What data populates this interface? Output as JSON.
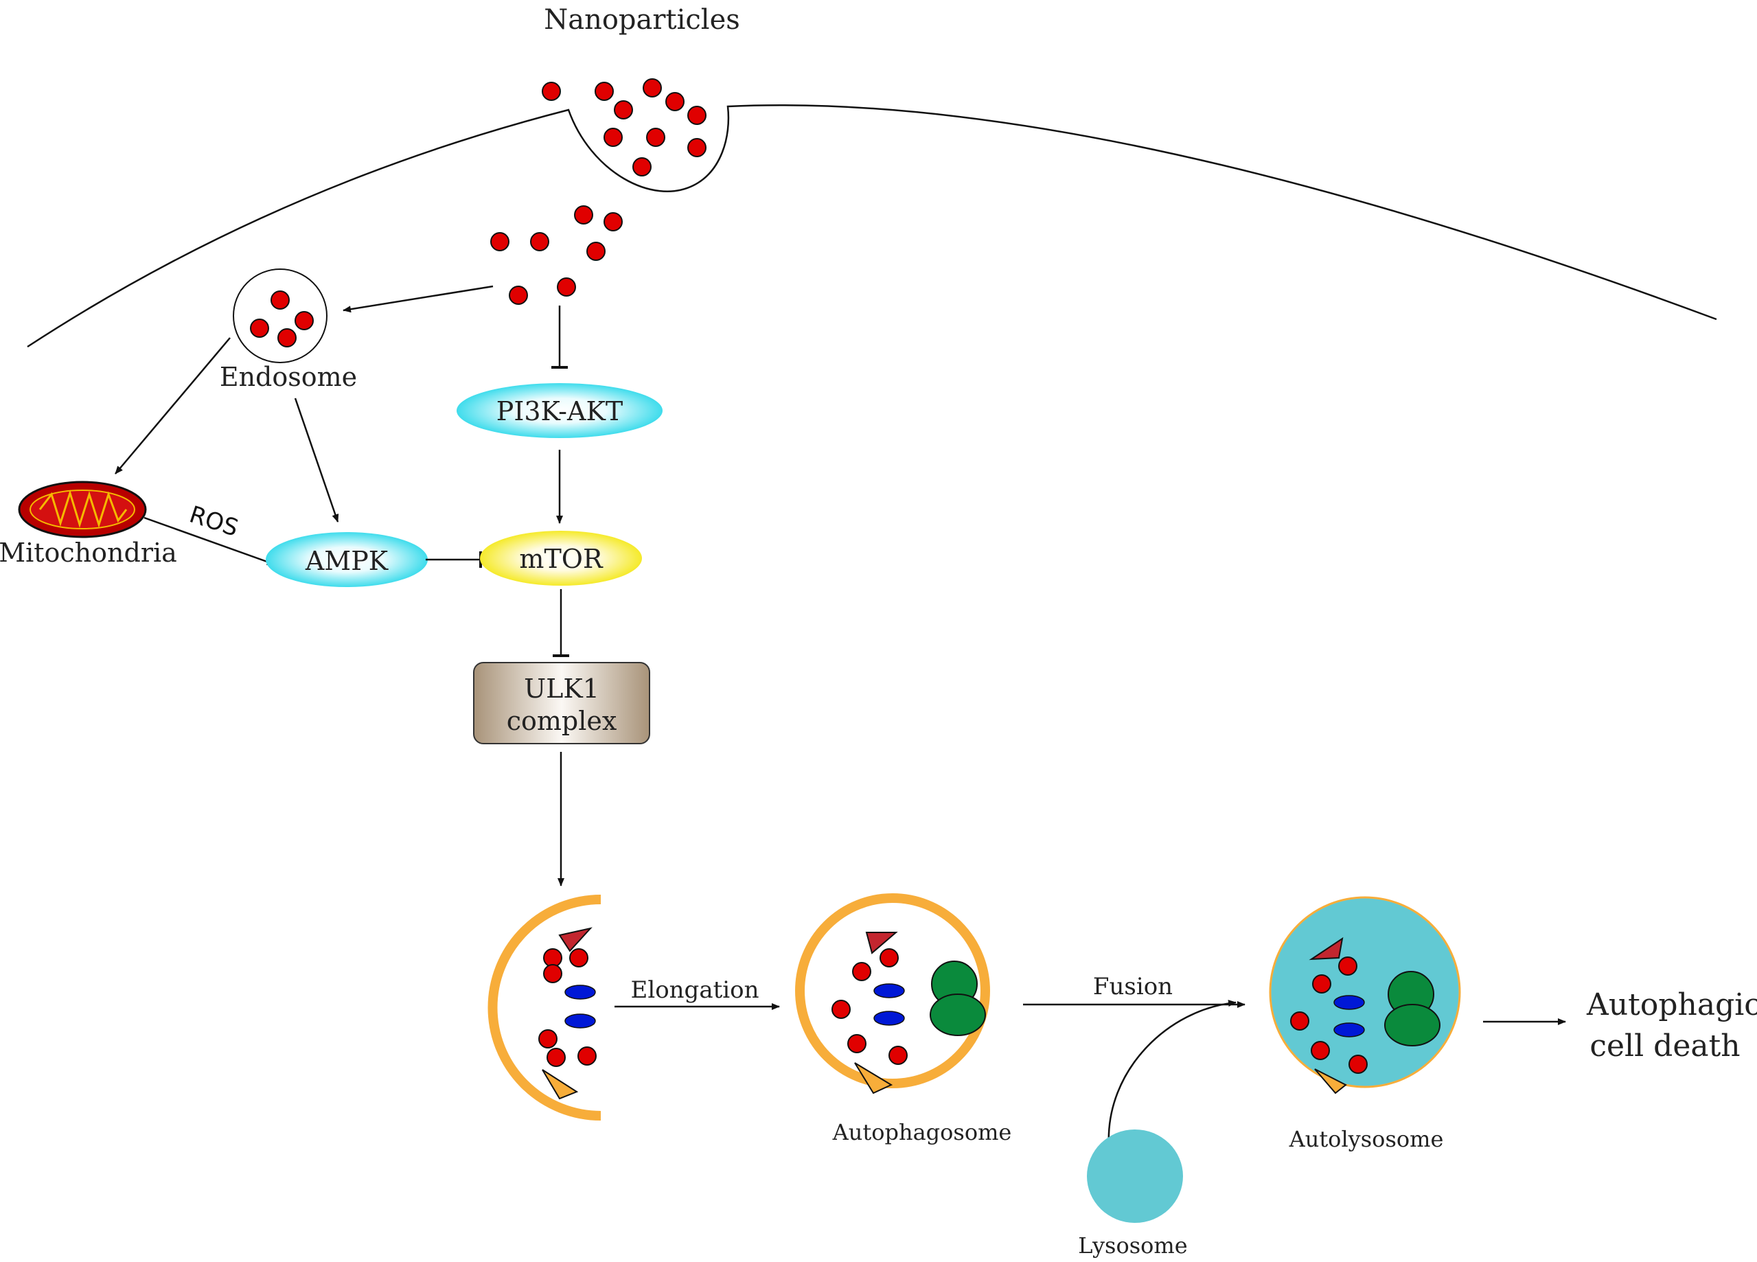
{
  "labels": {
    "nanoparticles": "Nanoparticles",
    "endosome": "Endosome",
    "mitochondria": "Mitochondria",
    "ros": "ROS",
    "pi3k_akt": "PI3K-AKT",
    "ampk": "AMPK",
    "mtor": "mTOR",
    "ulk1_line1": "ULK1",
    "ulk1_line2": "complex",
    "elongation": "Elongation",
    "fusion": "Fusion",
    "autophagosome": "Autophagosome",
    "autolysosome": "Autolysosome",
    "lysosome": "Lysosome",
    "outcome_line1": "Autophagic",
    "outcome_line2": "cell death"
  },
  "colors": {
    "nanoparticle": "#e00000",
    "pi3k_akt": "#3fdcec",
    "ampk": "#3fdcec",
    "mtor": "#f5ea2a",
    "ulk1": "#b7a48d",
    "membrane_orange": "#f7ad3a",
    "lysosome": "#62c9d3",
    "vesicle_blue": "#0018d6",
    "protein_green": "#0a8a3c",
    "mito_red": "#c20000"
  }
}
